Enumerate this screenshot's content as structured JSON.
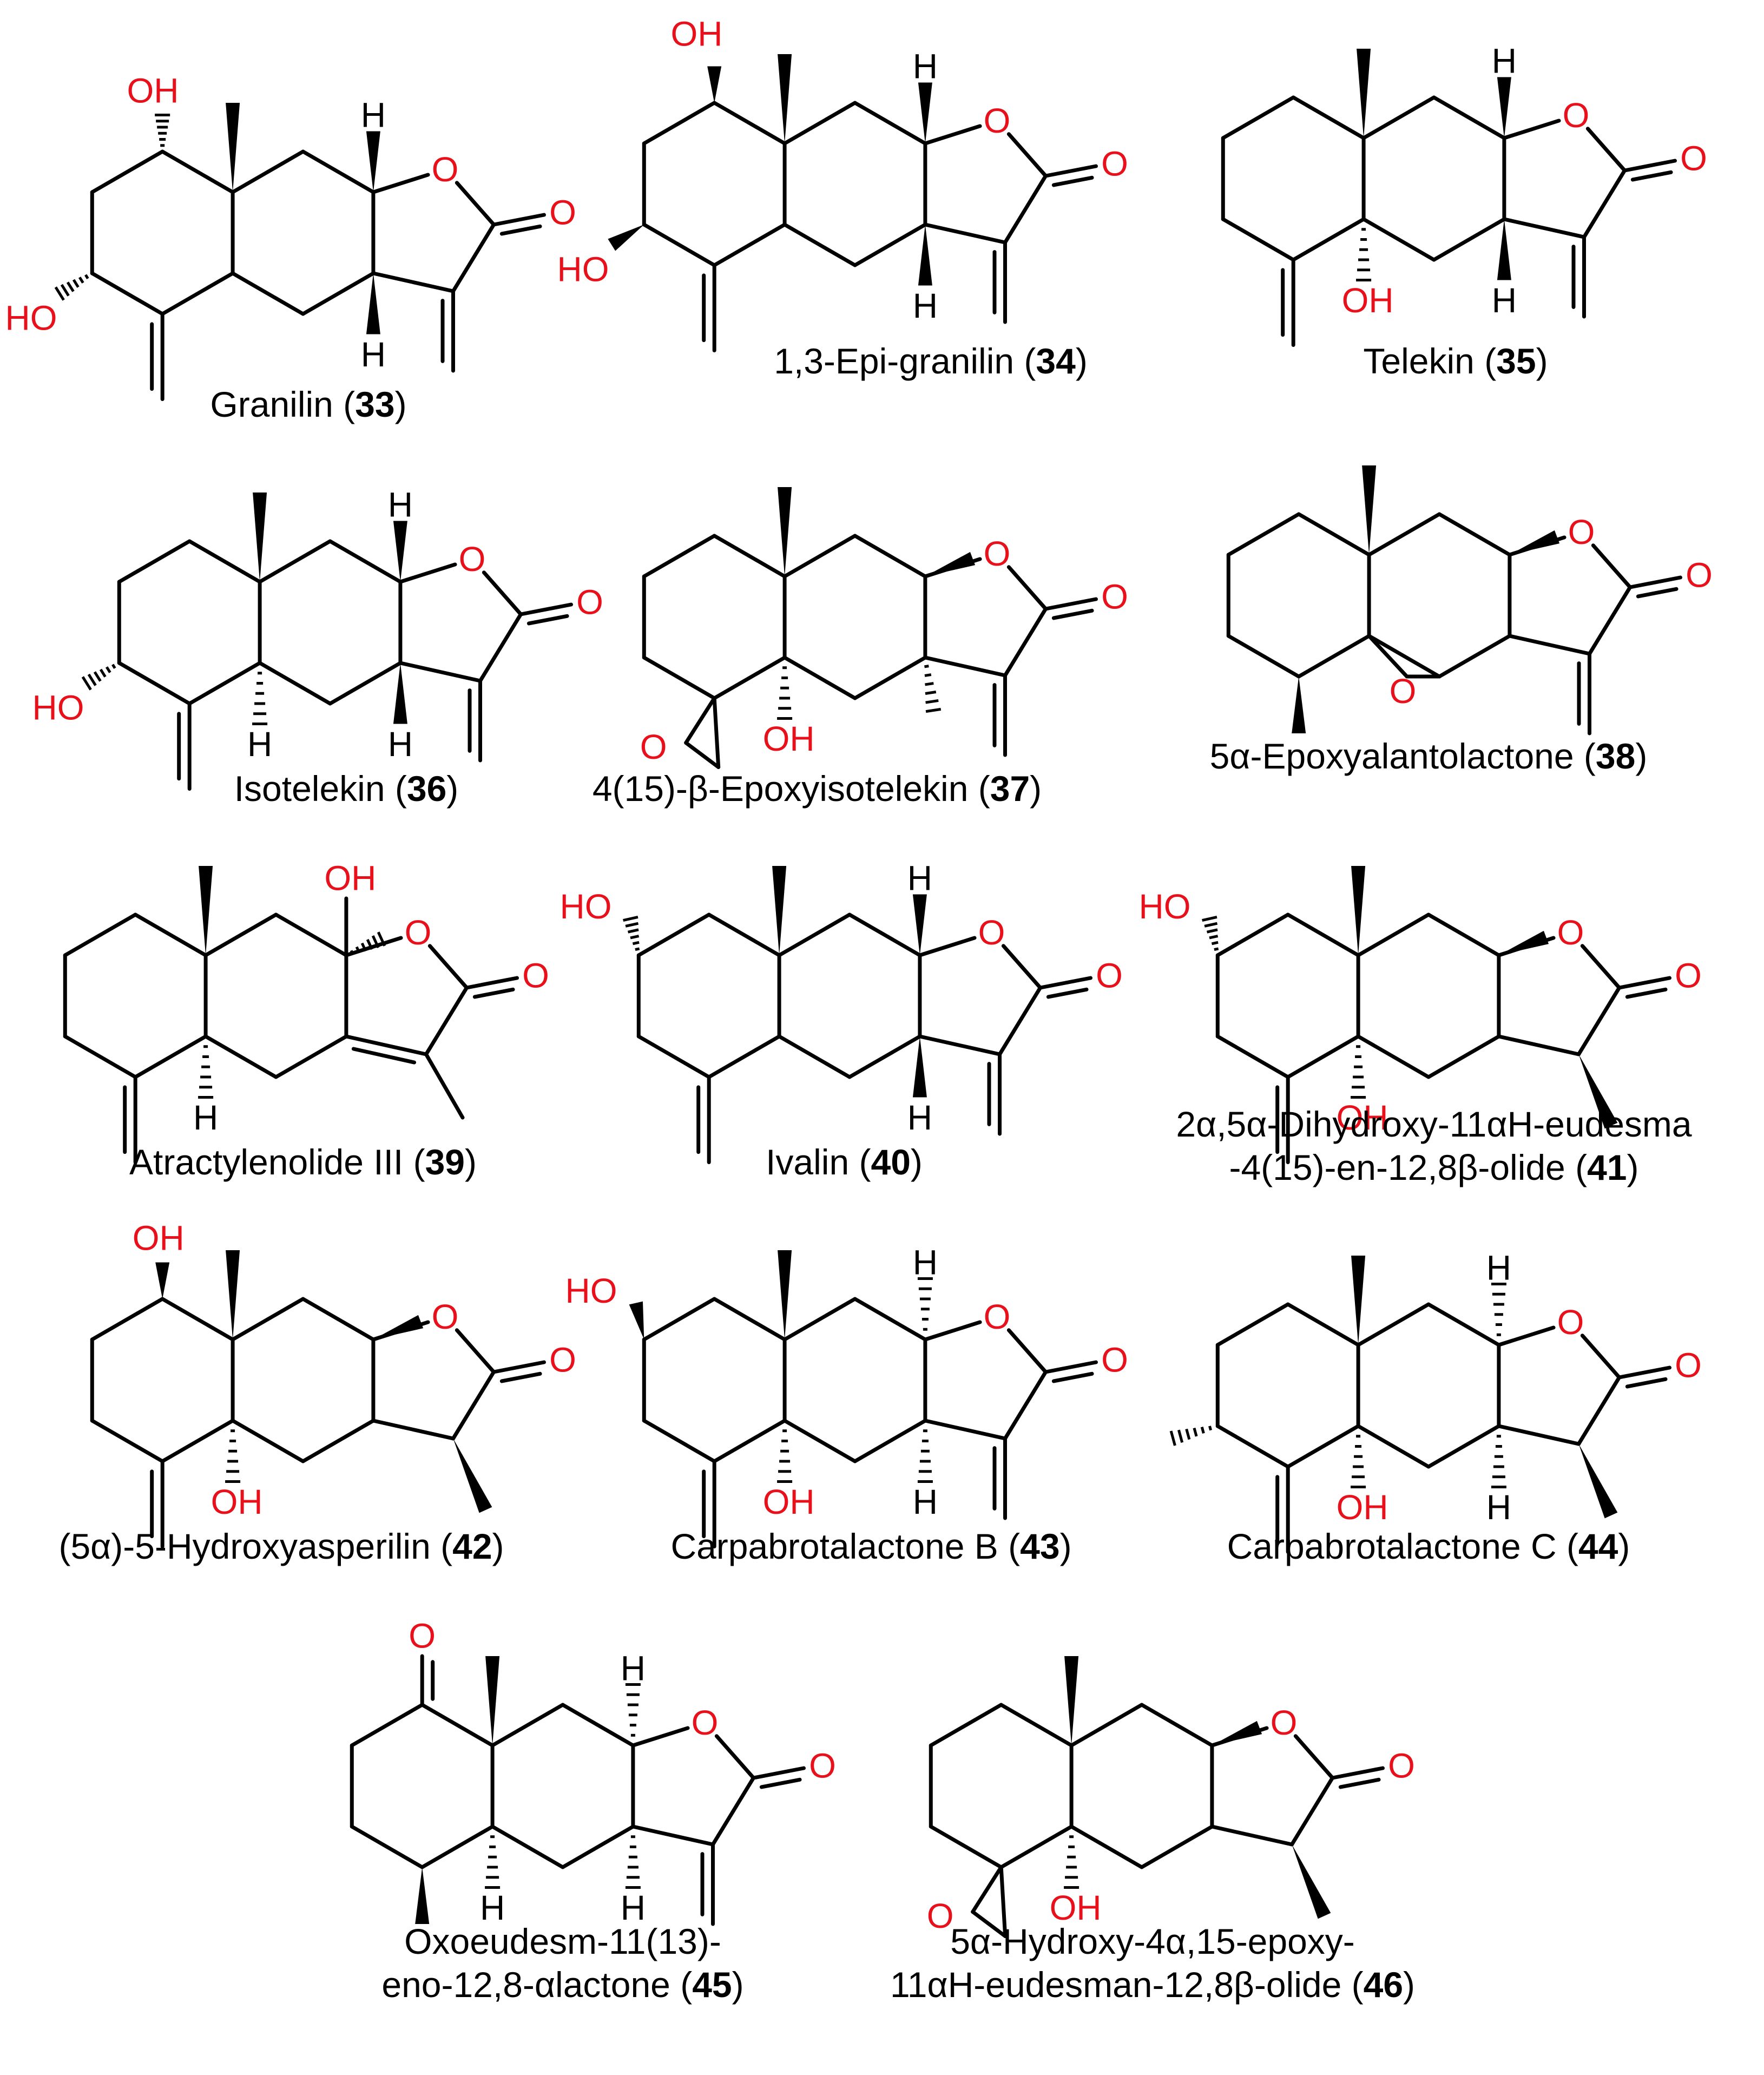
{
  "figure": {
    "compounds": [
      {
        "id": "33",
        "name": "Granilin",
        "number": "33",
        "lines": []
      },
      {
        "id": "34",
        "name": "1,3-Epi-granilin",
        "number": "34",
        "lines": []
      },
      {
        "id": "35",
        "name": "Telekin",
        "number": "35",
        "lines": []
      },
      {
        "id": "36",
        "name": "Isotelekin",
        "number": "36",
        "lines": []
      },
      {
        "id": "37",
        "name": "4(15)-β-Epoxyisotelekin",
        "number": "37",
        "lines": []
      },
      {
        "id": "38",
        "name": "5α-Epoxyalantolactone",
        "number": "38",
        "lines": []
      },
      {
        "id": "39",
        "name": "Atractylenolide III",
        "number": "39",
        "lines": []
      },
      {
        "id": "40",
        "name": "Ivalin",
        "number": "40",
        "lines": []
      },
      {
        "id": "41",
        "name": "-4(15)-en-12,8β-olide",
        "number": "41",
        "lines": [
          "2α,5α-Dihydroxy-11αH-eudesma"
        ]
      },
      {
        "id": "42",
        "name": "(5α)-5-Hydroxyasperilin",
        "number": "42",
        "lines": []
      },
      {
        "id": "43",
        "name": "Carpabrotalactone B",
        "number": "43",
        "lines": []
      },
      {
        "id": "44",
        "name": "Carpabrotalactone C",
        "number": "44",
        "lines": []
      },
      {
        "id": "45",
        "name": "eno-12,8-αlactone",
        "number": "45",
        "lines": [
          "Oxoeudesm-11(13)-"
        ]
      },
      {
        "id": "46",
        "name": "11αH-eudesman-12,8β-olide",
        "number": "46",
        "lines": [
          "5α-Hydroxy-4α,15-epoxy-"
        ]
      }
    ],
    "atom_labels": {
      "oh": "OH",
      "ho": "HO",
      "o": "O",
      "h": "H"
    }
  }
}
